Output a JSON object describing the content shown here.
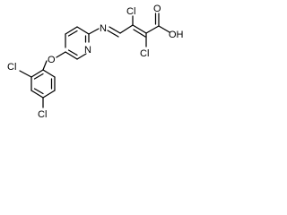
{
  "structure": {
    "atoms": {
      "oxygen_ether": "O",
      "nitrogen_ring": "N",
      "nitrogen_imine": "N",
      "chlorine_ring_ortho": "Cl",
      "chlorine_ring_para": "Cl",
      "chlorine_alkene_upper": "Cl",
      "chlorine_alkene_lower": "Cl",
      "oxygen_carbonyl": "O",
      "hydroxyl": "OH"
    },
    "colors": {
      "ink": "#000000",
      "background": "#ffffff"
    }
  }
}
